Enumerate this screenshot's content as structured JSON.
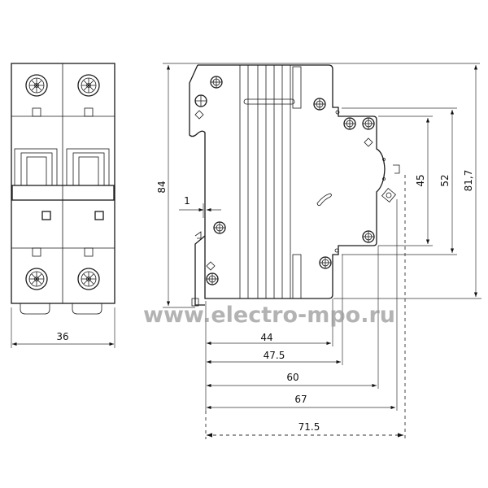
{
  "dimensions": {
    "width_front": "36",
    "height_total": "84",
    "height_body": "81,7",
    "height_52": "52",
    "height_45": "45",
    "rail_gap": "1",
    "depth_44": "44",
    "depth_47_5": "47.5",
    "depth_60": "60",
    "depth_67": "67",
    "depth_71_5": "71.5"
  },
  "watermark": "www.electro-mpo.ru"
}
